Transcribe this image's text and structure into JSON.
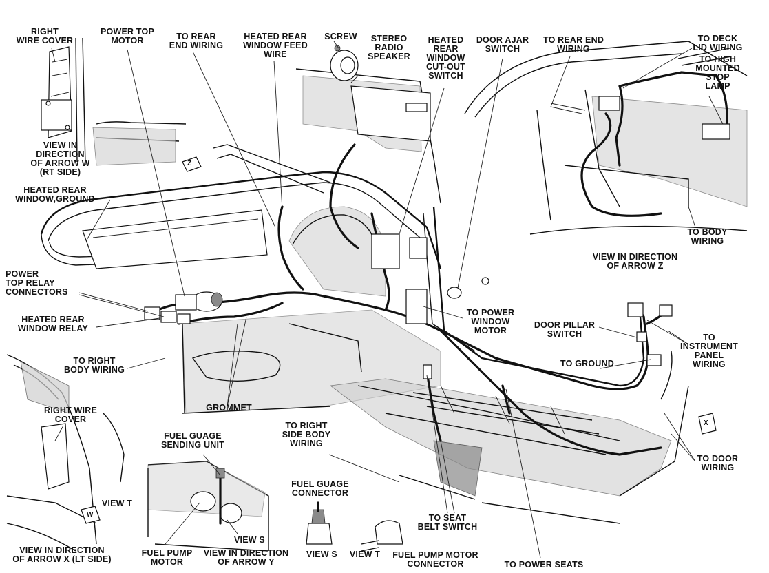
{
  "labels": {
    "right_wire_cover_top": [
      "RIGHT",
      "WIRE COVER"
    ],
    "power_top_motor": [
      "POWER TOP",
      "MOTOR"
    ],
    "to_rear_end_wiring_1": [
      "TO REAR",
      "END WIRING"
    ],
    "heated_rear_window_feed_wire": [
      "HEATED REAR",
      "WINDOW FEED",
      "WIRE"
    ],
    "screw": [
      "SCREW"
    ],
    "stereo_radio_speaker": [
      "STEREO",
      "RADIO",
      "SPEAKER"
    ],
    "heated_rear_window_cutout_switch": [
      "HEATED",
      "REAR",
      "WINDOW",
      "CUT-OUT",
      "SWITCH"
    ],
    "door_ajar_switch": [
      "DOOR AJAR",
      "SWITCH"
    ],
    "to_rear_end_wiring_2": [
      "TO REAR END",
      "WIRING"
    ],
    "to_deck_lid_wiring": [
      "TO DECK",
      "LID WIRING"
    ],
    "to_high_mounted_stop_lamp": [
      "TO HIGH",
      "MOUNTED",
      "STOP",
      "LAMP"
    ],
    "view_arrow_w": [
      "VIEW IN",
      "DIRECTION",
      "OF ARROW W",
      "(RT SIDE)"
    ],
    "heated_rear_window_ground": [
      "HEATED REAR",
      "WINDOW,GROUND"
    ],
    "to_body_wiring": [
      "TO BODY",
      "WIRING"
    ],
    "view_arrow_z": [
      "VIEW IN DIRECTION",
      "OF ARROW Z"
    ],
    "power_top_relay_connectors": [
      "POWER",
      "TOP RELAY",
      "CONNECTORS"
    ],
    "heated_rear_window_relay": [
      "HEATED REAR",
      "WINDOW RELAY"
    ],
    "to_power_window_motor": [
      "TO POWER",
      "WINDOW",
      "MOTOR"
    ],
    "door_pillar_switch": [
      "DOOR PILLAR",
      "SWITCH"
    ],
    "to_instrument_panel_wiring": [
      "TO",
      "INSTRUMENT",
      "PANEL",
      "WIRING"
    ],
    "to_right_body_wiring": [
      "TO RIGHT",
      "BODY WIRING"
    ],
    "to_ground": [
      "TO GROUND"
    ],
    "grommet": [
      "GROMMET"
    ],
    "right_wire_cover_lower": [
      "RIGHT WIRE",
      "COVER"
    ],
    "fuel_guage_sending_unit": [
      "FUEL GUAGE",
      "SENDING UNIT"
    ],
    "to_right_side_body_wiring": [
      "TO RIGHT",
      "SIDE BODY",
      "WIRING"
    ],
    "to_door_wiring": [
      "TO DOOR",
      "WIRING"
    ],
    "view_t_1": [
      "VIEW T"
    ],
    "fuel_guage_connector": [
      "FUEL GUAGE",
      "CONNECTOR"
    ],
    "view_s_1": [
      "VIEW S"
    ],
    "to_seat_belt_switch": [
      "TO SEAT",
      "BELT SWITCH"
    ],
    "view_arrow_x": [
      "VIEW IN DIRECTION",
      "OF ARROW X (LT SIDE)"
    ],
    "fuel_pump_motor": [
      "FUEL PUMP",
      "MOTOR"
    ],
    "view_arrow_y": [
      "VIEW IN DIRECTION",
      "OF ARROW Y"
    ],
    "view_s_2": [
      "VIEW S"
    ],
    "view_t_2": [
      "VIEW T"
    ],
    "fuel_pump_motor_connector": [
      "FUEL PUMP MOTOR",
      "CONNECTOR"
    ],
    "to_power_seats": [
      "TO POWER SEATS"
    ]
  },
  "arrow_markers": {
    "z": "Z",
    "w": "W",
    "x": "X"
  },
  "colors": {
    "ink": "#111111",
    "shade": "#cfcfcf",
    "background": "#ffffff"
  }
}
